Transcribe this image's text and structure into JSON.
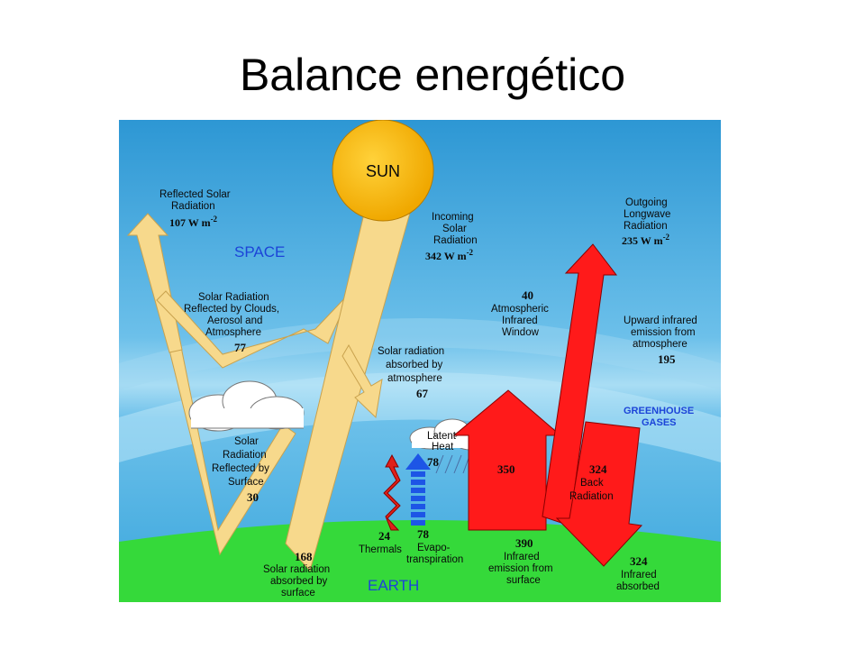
{
  "title": "Balance energético",
  "labels": {
    "sun": "SUN",
    "space": "SPACE",
    "earth": "EARTH",
    "greenhouse_1": "GREENHOUSE",
    "greenhouse_2": "GASES",
    "reflected_solar_1": "Reflected Solar",
    "reflected_solar_2": "Radiation",
    "reflected_solar_value": "107 W m",
    "reflected_solar_exp": "-2",
    "incoming_1": "Incoming",
    "incoming_2": "Solar",
    "incoming_3": "Radiation",
    "incoming_value": "342 W m",
    "incoming_exp": "-2",
    "outgoing_1": "Outgoing",
    "outgoing_2": "Longwave",
    "outgoing_3": "Radiation",
    "outgoing_value": "235 W m",
    "outgoing_exp": "-2",
    "clouds_refl_1": "Solar Radiation",
    "clouds_refl_2": "Reflected by Clouds,",
    "clouds_refl_3": "Aerosol and",
    "clouds_refl_4": "Atmosphere",
    "clouds_refl_value": "77",
    "window_value": "40",
    "window_1": "Atmospheric",
    "window_2": "Infrared",
    "window_3": "Window",
    "upward_1": "Upward infrared",
    "upward_2": "emission from",
    "upward_3": "atmosphere",
    "upward_value": "195",
    "absorbed_atm_1": "Solar radiation",
    "absorbed_atm_2": "absorbed by",
    "absorbed_atm_3": "atmosphere",
    "absorbed_atm_value": "67",
    "latent_1": "Latent",
    "latent_2": "Heat",
    "latent_value": "78",
    "surface_refl_1": "Solar",
    "surface_refl_2": "Radiation",
    "surface_refl_3": "Reflected by",
    "surface_refl_4": "Surface",
    "surface_refl_value": "30",
    "ir_350": "350",
    "back_value": "324",
    "back_1": "Back",
    "back_2": "Radiation",
    "thermals_value": "24",
    "thermals": "Thermals",
    "evapo_value": "78",
    "evapo_1": "Evapo-",
    "evapo_2": "transpiration",
    "ir_surface_value": "390",
    "ir_surface_1": "Infrared",
    "ir_surface_2": "emission from",
    "ir_surface_3": "surface",
    "solar_abs_value": "168",
    "solar_abs_1": "Solar radiation",
    "solar_abs_2": "absorbed by",
    "solar_abs_3": "surface",
    "ir_abs_value": "324",
    "ir_abs_1": "Infrared",
    "ir_abs_2": "absorbed"
  },
  "colors": {
    "sky_top": "#2f9ad6",
    "sky_band": "#8fd1f0",
    "earth": "#35d93a",
    "sun": "#f5b80a",
    "solar_arrow": "#f7d98c",
    "ir_arrow": "#ff1a1a",
    "thermals": "#e0201a",
    "evapo": "#1d55e6",
    "blue_text": "#1c44d8"
  }
}
